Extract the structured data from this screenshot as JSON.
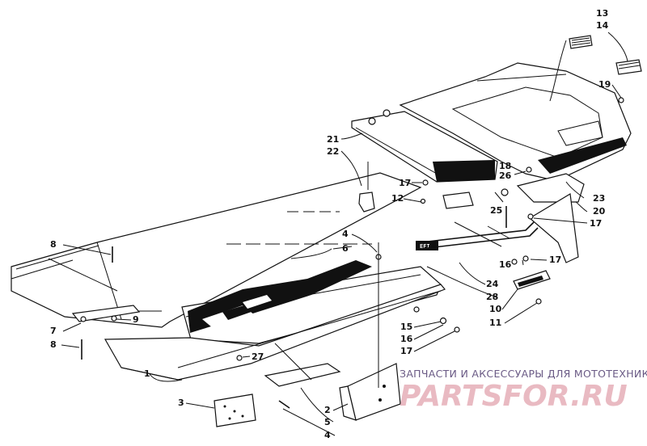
{
  "diagram": {
    "callouts": [
      {
        "id": "c1",
        "text": "1"
      },
      {
        "id": "c2",
        "text": "2"
      },
      {
        "id": "c3",
        "text": "3"
      },
      {
        "id": "c4a",
        "text": "4"
      },
      {
        "id": "c4b",
        "text": "4"
      },
      {
        "id": "c5",
        "text": "5"
      },
      {
        "id": "c6",
        "text": "6"
      },
      {
        "id": "c7",
        "text": "7"
      },
      {
        "id": "c8a",
        "text": "8"
      },
      {
        "id": "c8b",
        "text": "8"
      },
      {
        "id": "c9",
        "text": "9"
      },
      {
        "id": "c10",
        "text": "10"
      },
      {
        "id": "c11",
        "text": "11"
      },
      {
        "id": "c12",
        "text": "12"
      },
      {
        "id": "c13",
        "text": "13"
      },
      {
        "id": "c14",
        "text": "14"
      },
      {
        "id": "c15",
        "text": "15"
      },
      {
        "id": "c16a",
        "text": "16"
      },
      {
        "id": "c16b",
        "text": "16"
      },
      {
        "id": "c17a",
        "text": "17"
      },
      {
        "id": "c17b",
        "text": "17"
      },
      {
        "id": "c17c",
        "text": "17"
      },
      {
        "id": "c17d",
        "text": "17"
      },
      {
        "id": "c18",
        "text": "18"
      },
      {
        "id": "c19",
        "text": "19"
      },
      {
        "id": "c20",
        "text": "20"
      },
      {
        "id": "c21",
        "text": "21"
      },
      {
        "id": "c22",
        "text": "22"
      },
      {
        "id": "c23",
        "text": "23"
      },
      {
        "id": "c24",
        "text": "24"
      },
      {
        "id": "c25",
        "text": "25"
      },
      {
        "id": "c26",
        "text": "26"
      },
      {
        "id": "c27",
        "text": "27"
      },
      {
        "id": "c28",
        "text": "28"
      }
    ],
    "decal_text": "EFI"
  },
  "watermark": {
    "caption": "ЗАПЧАСТИ И АКСЕССУАРЫ ДЛЯ МОТОТЕХНИКИ",
    "logo": "PARTSFOR.RU"
  }
}
